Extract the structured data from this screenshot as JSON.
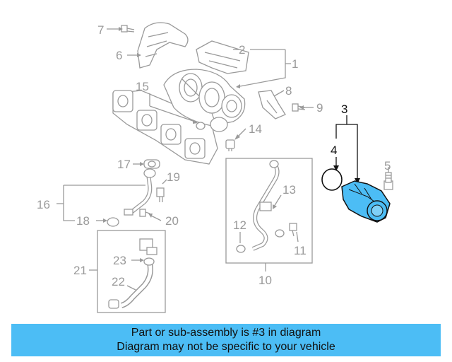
{
  "callouts": {
    "n1": "1",
    "n2": "2",
    "n3": "3",
    "n4": "4",
    "n5": "5",
    "n6": "6",
    "n7": "7",
    "n8": "8",
    "n9": "9",
    "n10": "10",
    "n11": "11",
    "n12": "12",
    "n13": "13",
    "n14": "14",
    "n15": "15",
    "n16": "16",
    "n17": "17",
    "n18": "18",
    "n19": "19",
    "n20": "20",
    "n21": "21",
    "n22": "22",
    "n23": "23"
  },
  "banner": {
    "line1": "Part or sub-assembly is #3 in diagram",
    "line2": "Diagram may not be specific to your vehicle"
  },
  "colors": {
    "highlight_part": "#4cbdf5",
    "banner_bg": "#4cbdf5",
    "ghost_parts": "#9a9a9a",
    "active_callouts": "#111111"
  }
}
